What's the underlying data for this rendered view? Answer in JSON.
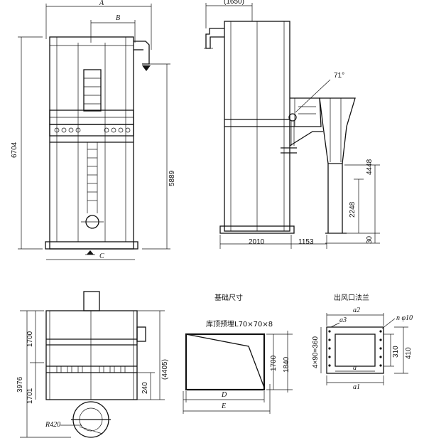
{
  "dims": {
    "A": "A",
    "B": "B",
    "C": "C",
    "D": "D",
    "E": "E",
    "top_1650": "(1650)",
    "h_6704": "6704",
    "h_5889": "5889",
    "angle": "71°",
    "h_4448": "4448",
    "h_2248": "2248",
    "h_30": "30",
    "w_2010": "2010",
    "w_1153": "1153",
    "h_3976": "3976",
    "h_1700a": "1700",
    "h_1701": "1701",
    "h_4405": "(4405)",
    "h_240": "240",
    "r_420": "R420",
    "h_1700b": "1700",
    "h_1840": "1840"
  },
  "foundation": {
    "title": "基础尺寸",
    "embed_note": "库顶预埋L70×70×8"
  },
  "flange": {
    "title": "出风口法兰",
    "a2": "a2",
    "a3": "a3",
    "a": "a",
    "a1": "a1",
    "hole": "n φ10",
    "spacing": "4×90=360",
    "h_310": "310",
    "h_410": "410"
  }
}
